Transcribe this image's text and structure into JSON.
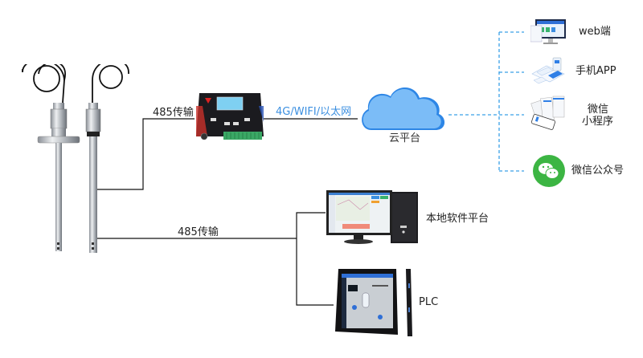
{
  "diagram": {
    "sensors": {
      "name": "probe-sensors",
      "count": 2
    },
    "links": {
      "rs485_upper": "485传输",
      "rs485_lower": "485传输",
      "network": "4G/WIFI/以太网"
    },
    "nodes": {
      "collector": {
        "icon": "data-collector-device"
      },
      "cloud": {
        "label": "云平台",
        "icon": "cloud-icon"
      },
      "local_platform": {
        "label": "本地软件平台",
        "icon": "desktop-computer"
      },
      "plc": {
        "label": "PLC",
        "icon": "touch-panel"
      }
    },
    "clients": [
      {
        "label": "web端",
        "icon": "web-monitor"
      },
      {
        "label": "手机APP",
        "icon": "mobile-app"
      },
      {
        "label_line1": "微信",
        "label_line2": "小程序",
        "icon": "mini-program"
      },
      {
        "label": "微信公众号",
        "icon": "wechat-icon"
      }
    ],
    "colors": {
      "line": "#111111",
      "dashed": "#3aa0e8",
      "cloud": "#7bbcf7",
      "cloud_edge": "#2d86e6",
      "wechat": "#3cb543",
      "network_label": "#3b8fe0"
    }
  }
}
